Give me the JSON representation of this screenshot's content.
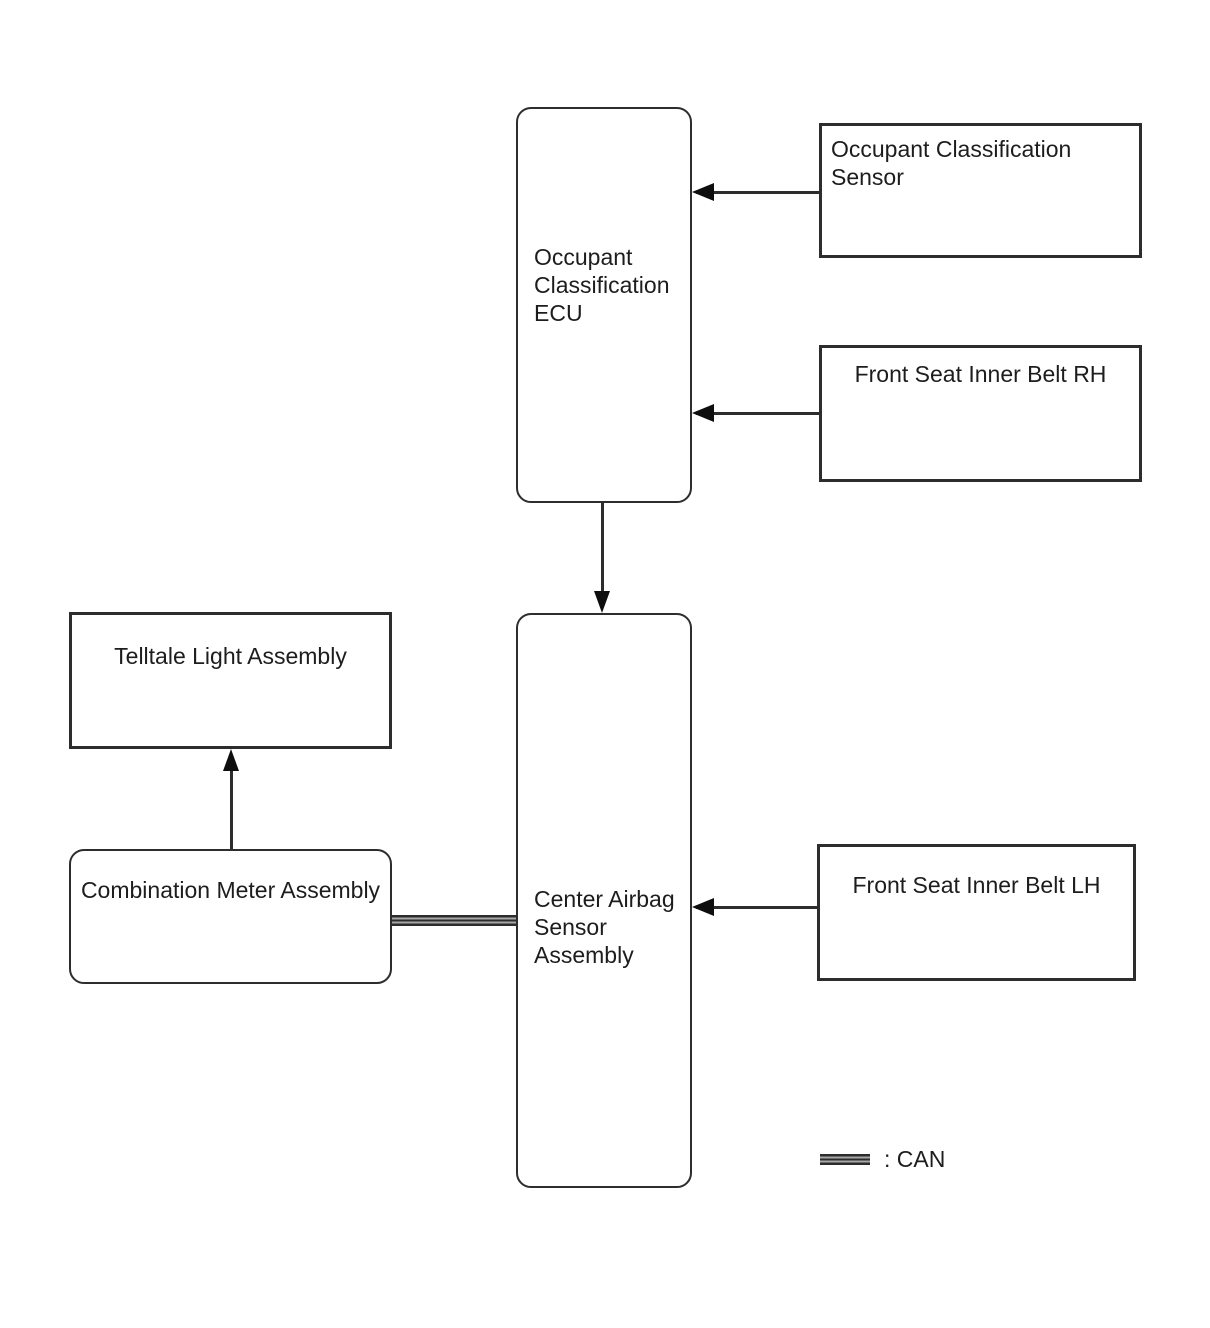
{
  "diagram": {
    "background": "#ffffff",
    "colors": {
      "line": "#2d2d2d",
      "text": "#1d1d1d",
      "arrowhead": "#0e0e0e",
      "can_stripe_gray": "#a8a8a8"
    },
    "nodes": [
      {
        "id": "occupant-classification-ecu",
        "label": "Occupant Classification ECU",
        "shape": "rounded"
      },
      {
        "id": "occupant-classification-sensor",
        "label": "Occupant Classification Sensor",
        "shape": "rect"
      },
      {
        "id": "front-seat-inner-belt-rh",
        "label": "Front Seat Inner Belt RH",
        "shape": "rect"
      },
      {
        "id": "telltale-light-assembly",
        "label": "Telltale Light Assembly",
        "shape": "rect"
      },
      {
        "id": "combination-meter-assembly",
        "label": "Combination Meter Assembly",
        "shape": "rounded"
      },
      {
        "id": "center-airbag-sensor-assembly",
        "label": "Center Airbag Sensor Assembly",
        "shape": "rounded"
      },
      {
        "id": "front-seat-inner-belt-lh",
        "label": "Front Seat Inner Belt LH",
        "shape": "rect"
      }
    ],
    "edges": [
      {
        "from": "Occupant Classification Sensor",
        "to": "Occupant Classification ECU",
        "type": "arrow"
      },
      {
        "from": "Front Seat Inner Belt RH",
        "to": "Occupant Classification ECU",
        "type": "arrow"
      },
      {
        "from": "Occupant Classification ECU",
        "to": "Center Airbag Sensor Assembly",
        "type": "arrow"
      },
      {
        "from": "Combination Meter Assembly",
        "to": "Telltale Light Assembly",
        "type": "arrow"
      },
      {
        "from": "Front Seat Inner Belt LH",
        "to": "Center Airbag Sensor Assembly",
        "type": "arrow"
      },
      {
        "from": "Combination Meter Assembly",
        "to": "Center Airbag Sensor Assembly",
        "type": "can-bus"
      }
    ],
    "legend": {
      "symbol": "can-bus-line",
      "label": ": CAN"
    }
  }
}
